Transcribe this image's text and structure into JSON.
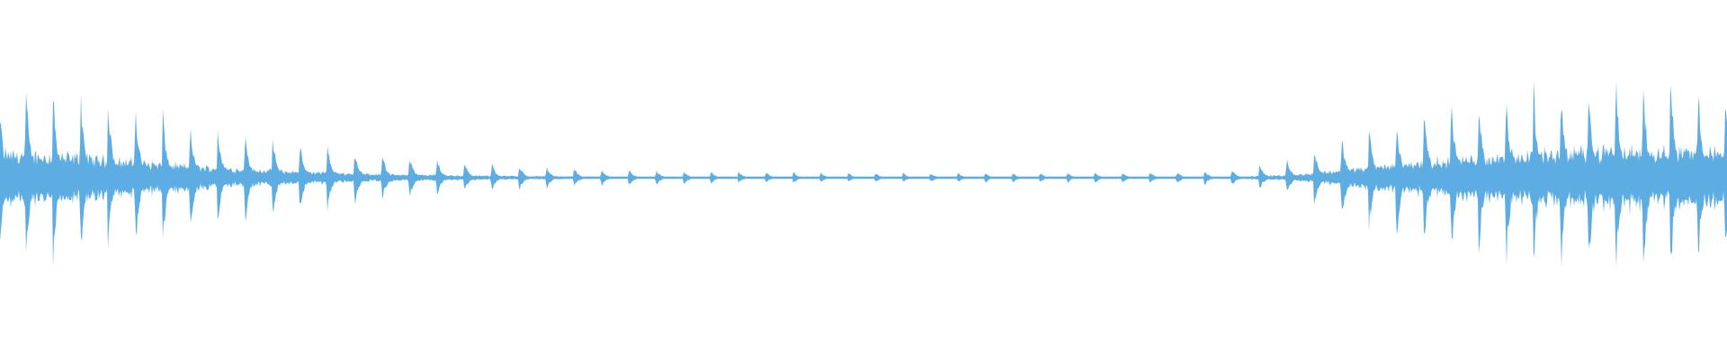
{
  "waveform": {
    "color": "#5dade2",
    "background": "#ffffff",
    "loudness_profile": [
      {
        "t": 0.0,
        "level": 0.95
      },
      {
        "t": 0.04,
        "level": 0.85
      },
      {
        "t": 0.08,
        "level": 0.7
      },
      {
        "t": 0.12,
        "level": 0.52
      },
      {
        "t": 0.17,
        "level": 0.36
      },
      {
        "t": 0.22,
        "level": 0.24
      },
      {
        "t": 0.28,
        "level": 0.14
      },
      {
        "t": 0.34,
        "level": 0.09
      },
      {
        "t": 0.42,
        "level": 0.06
      },
      {
        "t": 0.5,
        "level": 0.05
      },
      {
        "t": 0.6,
        "level": 0.05
      },
      {
        "t": 0.68,
        "level": 0.06
      },
      {
        "t": 0.72,
        "level": 0.09
      },
      {
        "t": 0.75,
        "level": 0.2
      },
      {
        "t": 0.78,
        "level": 0.45
      },
      {
        "t": 0.81,
        "level": 0.62
      },
      {
        "t": 0.84,
        "level": 0.76
      },
      {
        "t": 0.87,
        "level": 0.86
      },
      {
        "t": 0.9,
        "level": 0.94
      },
      {
        "t": 0.94,
        "level": 1.0
      },
      {
        "t": 0.97,
        "level": 1.0
      },
      {
        "t": 1.0,
        "level": 0.95
      }
    ],
    "beat_count": 63
  }
}
